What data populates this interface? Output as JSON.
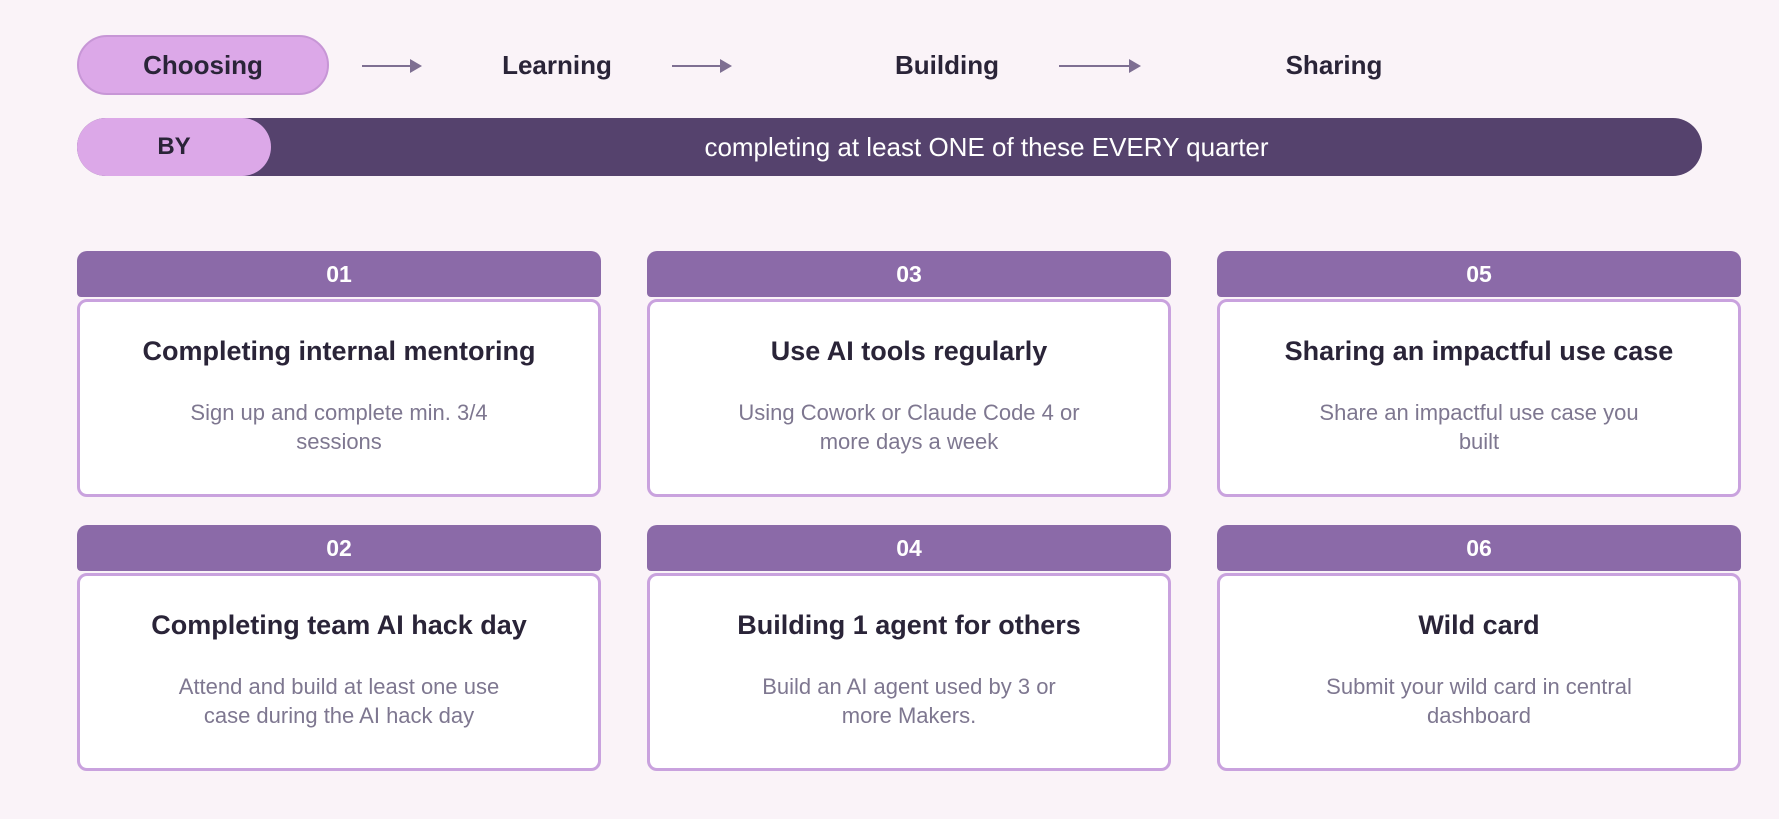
{
  "stages": [
    {
      "label": "Choosing",
      "active": true
    },
    {
      "label": "Learning",
      "active": false
    },
    {
      "label": "Building",
      "active": false
    },
    {
      "label": "Sharing",
      "active": false
    }
  ],
  "criteria": {
    "prefix": "BY",
    "text": "completing at least ONE of these EVERY quarter"
  },
  "cards": [
    {
      "number": "01",
      "title": "Completing internal mentoring",
      "description": "Sign up and complete min. 3/4 sessions"
    },
    {
      "number": "02",
      "title": "Completing team AI hack day",
      "description": "Attend and build at least one use case during the AI hack day"
    },
    {
      "number": "03",
      "title": "Use AI tools regularly",
      "description": "Using Cowork or Claude Code 4 or more days a week"
    },
    {
      "number": "04",
      "title": "Building 1 agent for others",
      "description": "Build an AI agent used by 3 or more Makers."
    },
    {
      "number": "05",
      "title": "Sharing an impactful use case",
      "description": "Share an impactful use case you built"
    },
    {
      "number": "06",
      "title": "Wild card",
      "description": "Submit your wild card in central dashboard"
    }
  ],
  "colors": {
    "background": "#faf3f8",
    "accent_pill": "#dca8e8",
    "bar_dark": "#55426d",
    "card_header": "#8b6aa8",
    "card_border": "#c9a2de",
    "text_dark": "#2a2438",
    "text_muted": "#7e7790"
  }
}
